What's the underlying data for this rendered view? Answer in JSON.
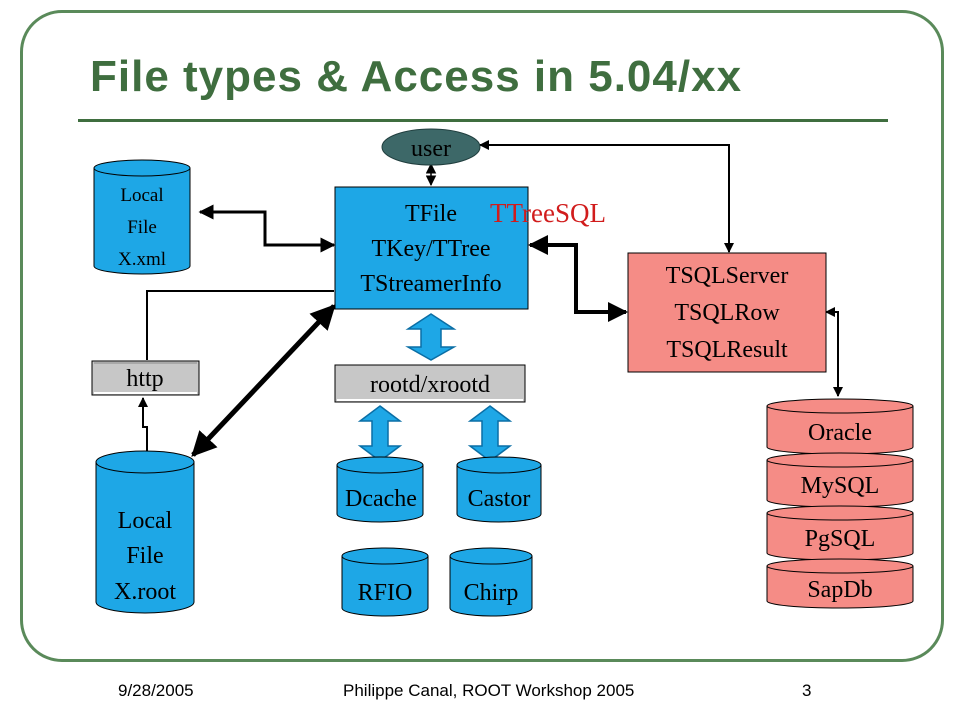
{
  "slide": {
    "title": "File types & Access in 5.04/xx",
    "footer": {
      "date": "9/28/2005",
      "author": "Philippe Canal, ROOT Workshop 2005",
      "page": "3"
    }
  },
  "diagram": {
    "user": "user",
    "local_xml": [
      "Local",
      "File",
      "X.xml"
    ],
    "tfile": [
      "TFile",
      "TKey/TTree",
      "TStreamerInfo"
    ],
    "ttreesql": "TTreeSQL",
    "tsql": [
      "TSQLServer",
      "TSQLRow",
      "TSQLResult"
    ],
    "http": "http",
    "rootd": "rootd/xrootd",
    "local_root": [
      "Local",
      "File",
      "X.root"
    ],
    "storage": {
      "dcache": "Dcache",
      "castor": "Castor",
      "rfio": "RFIO",
      "chirp": "Chirp"
    },
    "databases": [
      "Oracle",
      "MySQL",
      "PgSQL",
      "SapDb"
    ]
  },
  "colors": {
    "title": "#3f6e3f",
    "frame": "#5a8a5a",
    "cyan": "#1ea7e6",
    "salmon": "#f58c86",
    "user_oval": "#3d6868",
    "ttreesql_text": "#d11c1c",
    "gray_box": "#c7c7c7"
  }
}
